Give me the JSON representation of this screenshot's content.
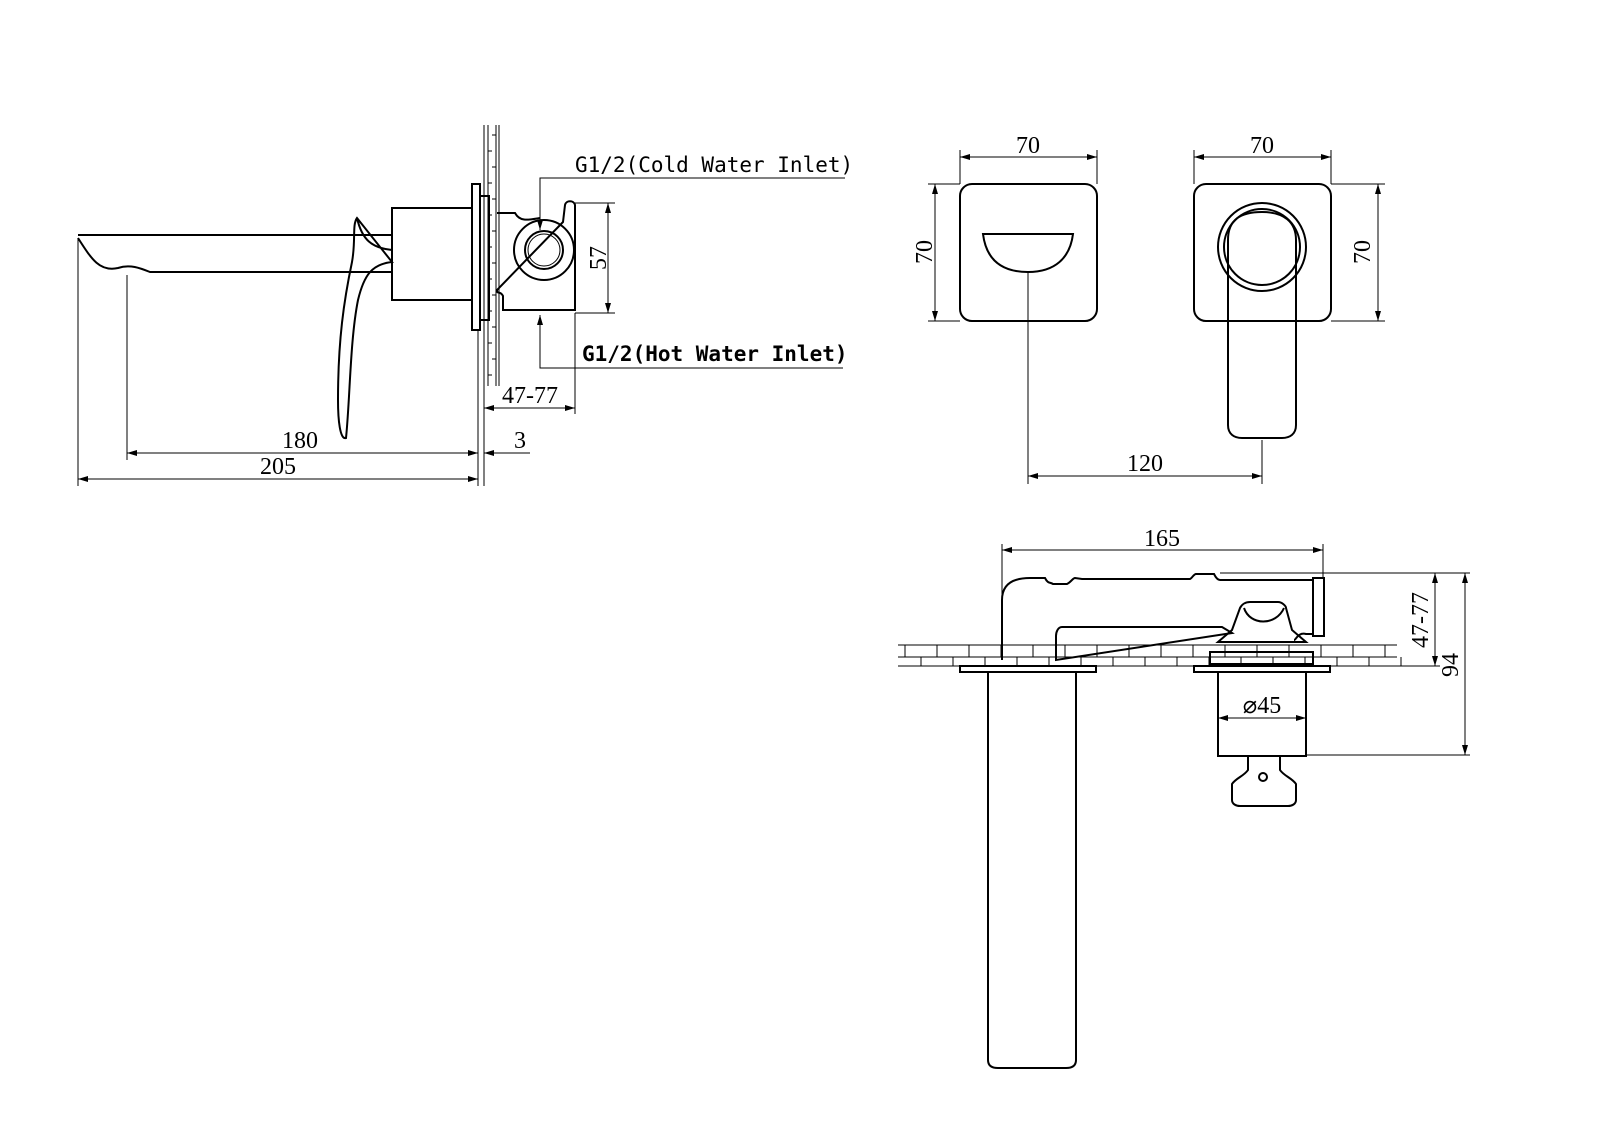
{
  "side_view": {
    "cold_inlet_label": "G1/2(Cold Water Inlet)",
    "hot_inlet_label": "G1/2(Hot Water Inlet)",
    "dim_57": "57",
    "dim_wall_range": "47-77",
    "dim_180": "180",
    "dim_3": "3",
    "dim_205": "205"
  },
  "front_view_spout": {
    "dim_width": "70",
    "dim_height": "70"
  },
  "front_view_handle": {
    "dim_width": "70",
    "dim_height": "70"
  },
  "front_spacing": {
    "dim_120": "120"
  },
  "top_view": {
    "dim_165": "165",
    "dim_wall_range": "47-77",
    "dim_94": "94",
    "dim_diameter": "⌀45"
  }
}
